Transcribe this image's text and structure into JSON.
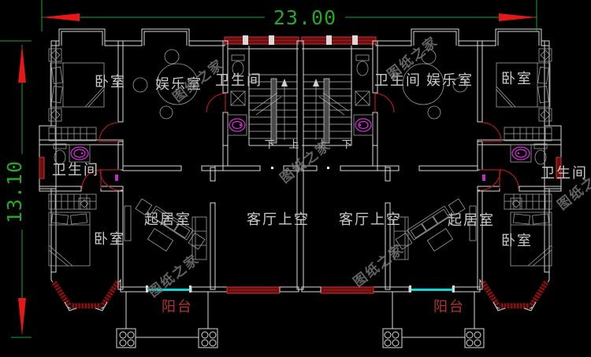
{
  "drawing": {
    "dimensions": {
      "width_label": "23.00",
      "height_label": "13.10"
    },
    "rooms": {
      "bedroom": "卧室",
      "entertainment": "娱乐室",
      "bathroom": "卫生间",
      "living": "起居室",
      "living_void": "客厅上空",
      "balcony": "阳台"
    },
    "stairs": {
      "down": "下",
      "up": "上"
    },
    "watermark": "图纸之家",
    "colors": {
      "background": "#000000",
      "wall": "#d9d9d9",
      "dimension_green": "#21a234",
      "arrow_red": "#e81717",
      "window_dark_red": "#6d0f0f",
      "door_red": "#a31a1a",
      "fixture_magenta": "#e22ce2",
      "sill_cyan": "#00dcdc",
      "balcony_text_red": "#b23232",
      "watermark_gray": "#787878"
    }
  }
}
